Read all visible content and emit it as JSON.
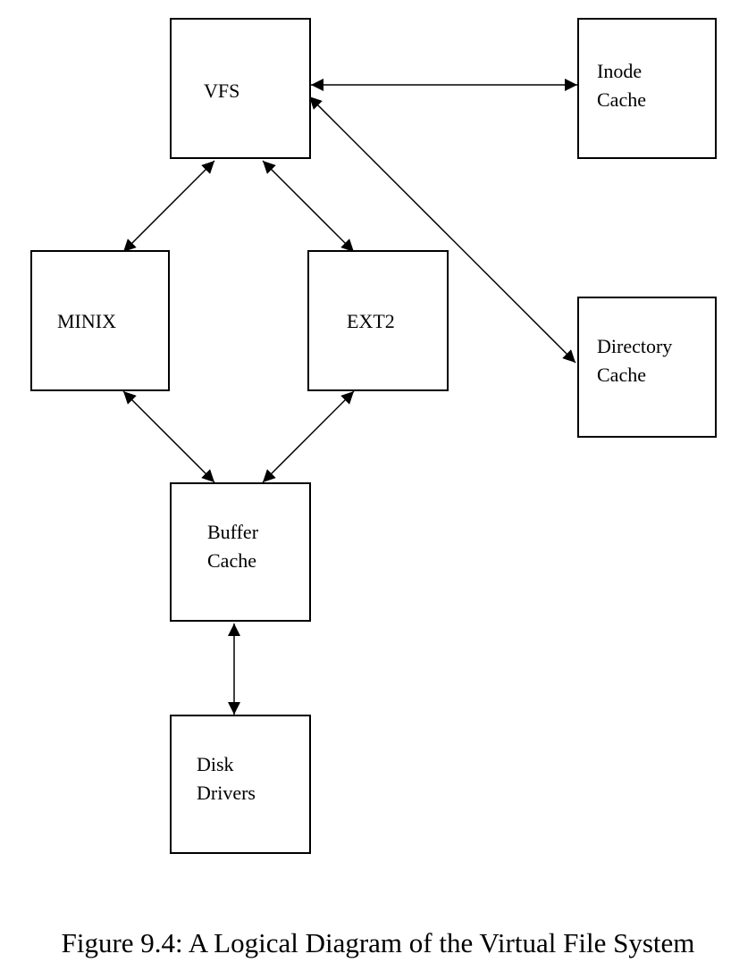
{
  "nodes": {
    "vfs": "VFS",
    "inode_cache": "Inode\nCache",
    "minix": "MINIX",
    "ext2": "EXT2",
    "directory_cache": "Directory\nCache",
    "buffer_cache": "Buffer\nCache",
    "disk_drivers": "Disk\nDrivers"
  },
  "edges": [
    {
      "from": "vfs",
      "to": "inode_cache"
    },
    {
      "from": "vfs",
      "to": "directory_cache"
    },
    {
      "from": "vfs",
      "to": "minix"
    },
    {
      "from": "vfs",
      "to": "ext2"
    },
    {
      "from": "minix",
      "to": "buffer_cache"
    },
    {
      "from": "ext2",
      "to": "buffer_cache"
    },
    {
      "from": "buffer_cache",
      "to": "disk_drivers"
    }
  ],
  "caption": "Figure 9.4: A Logical Diagram of the Virtual File System",
  "colors": {
    "stroke": "#000000",
    "background": "#ffffff"
  }
}
